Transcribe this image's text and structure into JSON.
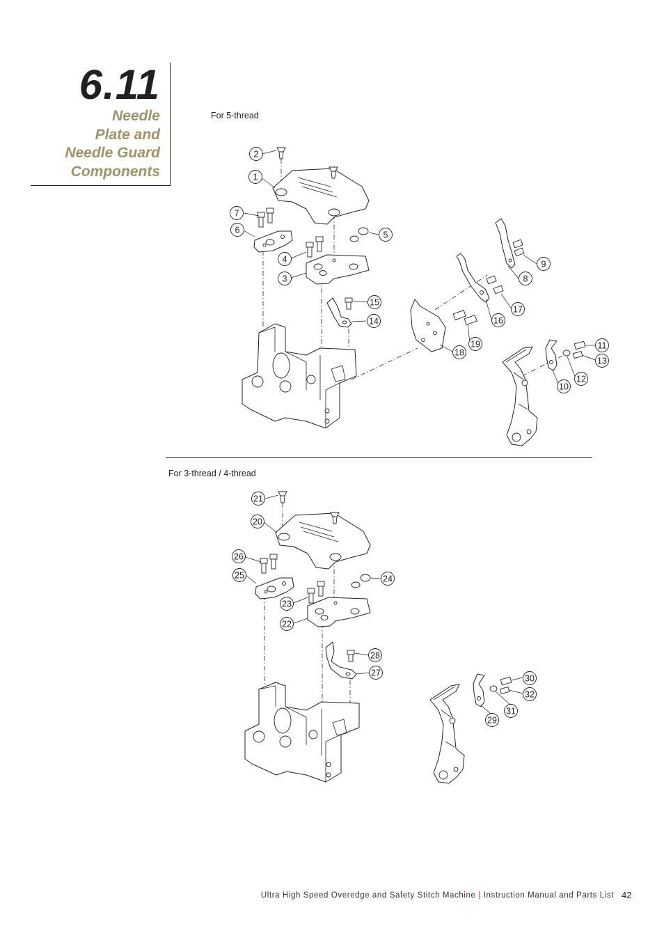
{
  "section": {
    "number": "6.11",
    "title_lines": [
      "Needle",
      "Plate and",
      "Needle Guard",
      "Components"
    ]
  },
  "diagrams": [
    {
      "caption": "For 5-thread",
      "callouts": [
        "1",
        "2",
        "3",
        "4",
        "5",
        "6",
        "7",
        "8",
        "9",
        "10",
        "11",
        "12",
        "13",
        "14",
        "15",
        "16",
        "17",
        "18",
        "19"
      ]
    },
    {
      "caption": "For 3-thread / 4-thread",
      "callouts": [
        "20",
        "21",
        "22",
        "23",
        "24",
        "25",
        "26",
        "27",
        "28",
        "29",
        "30",
        "31",
        "32"
      ]
    }
  ],
  "footer": {
    "product": "Ultra High Speed Overedge and Safety Stitch Machine",
    "separator": "|",
    "document": "Instruction Manual and Parts List",
    "page_number": "42"
  },
  "colors": {
    "title_accent": "#9c9466",
    "footer_separator": "#d2232a",
    "ink": "#231f20"
  }
}
